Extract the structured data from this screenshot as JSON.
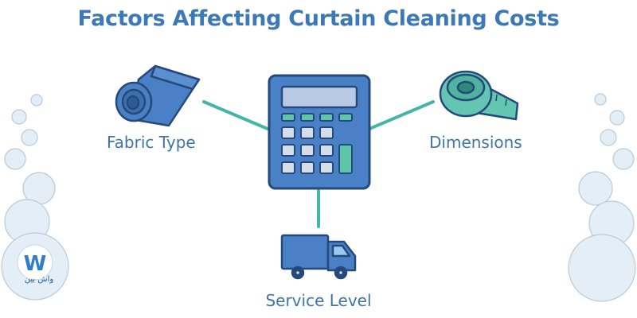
{
  "title": "Factors Affecting Curtain Cleaning Costs",
  "factors": {
    "fabric_type": "Fabric Type",
    "dimensions": "Dimensions",
    "service_level": "Service Level"
  },
  "logo": {
    "mark": "W",
    "text": "واش بین"
  },
  "colors": {
    "title": "#3c79b8",
    "label": "#3f75ac",
    "icon_fill": "#4a80c6",
    "icon_stroke": "#244a7c",
    "connector": "#45b5a6",
    "tape": "#62c6b0"
  },
  "icons": [
    "fabric-roll-icon",
    "calculator-icon",
    "measuring-tape-icon",
    "delivery-truck-icon",
    "bubbles-decoration"
  ]
}
